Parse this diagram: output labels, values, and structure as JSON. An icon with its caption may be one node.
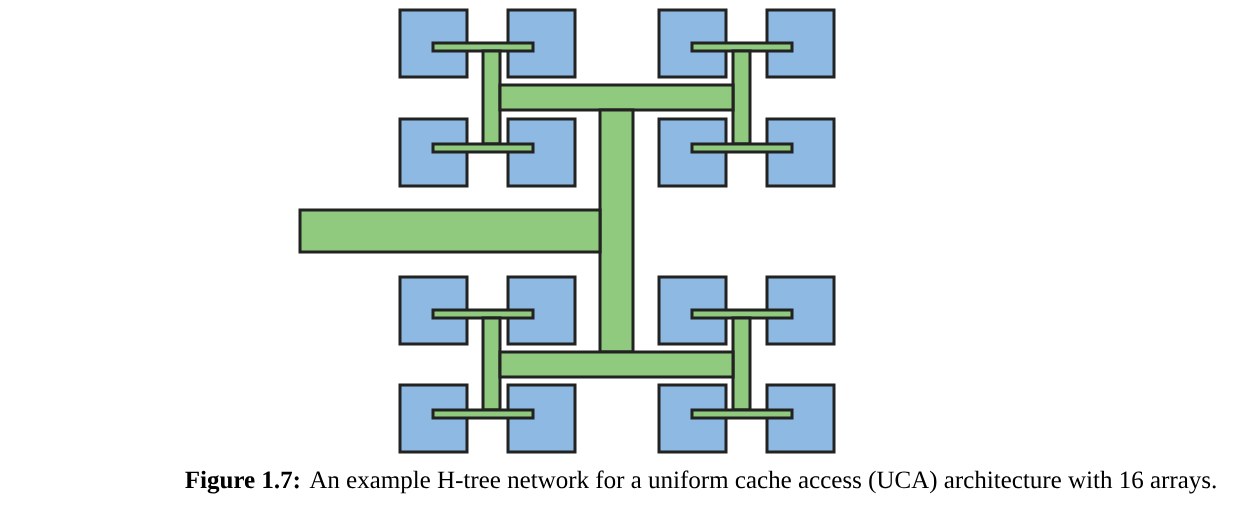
{
  "diagram": {
    "caption": "**Figure 1.7:** An example H-tree network for a uniform cache access (UCA) architecture with 16 arrays.",
    "nodes": [
      {
        "text": [],
        "shape": "box"
      },
      {
        "text": [],
        "shape": "box"
      },
      {
        "text": [],
        "shape": "box"
      },
      {
        "text": [],
        "shape": "box"
      },
      {
        "text": [],
        "shape": "box"
      },
      {
        "text": [],
        "shape": "box"
      },
      {
        "text": [],
        "shape": "box"
      },
      {
        "text": [],
        "shape": "box"
      },
      {
        "text": [],
        "shape": "box"
      },
      {
        "text": [],
        "shape": "box"
      },
      {
        "text": [],
        "shape": "box"
      },
      {
        "text": [],
        "shape": "box"
      },
      {
        "text": [],
        "shape": "box"
      },
      {
        "text": [],
        "shape": "box"
      },
      {
        "text": [],
        "shape": "box"
      },
      {
        "text": [],
        "shape": "box"
      },
      {
        "text": [],
        "shape": "bar"
      },
      {
        "text": [],
        "shape": "bar"
      },
      {
        "text": [],
        "shape": "bar"
      },
      {
        "text": [],
        "shape": "bar"
      },
      {
        "text": [],
        "shape": "bar"
      },
      {
        "text": [],
        "shape": "bar"
      },
      {
        "text": [],
        "shape": "bar"
      },
      {
        "text": [],
        "shape": "bar"
      },
      {
        "text": [],
        "shape": "bar"
      },
      {
        "text": [],
        "shape": "bar"
      },
      {
        "text": [],
        "shape": "bar"
      },
      {
        "text": [],
        "shape": "bar"
      },
      {
        "text": [],
        "shape": "bar"
      },
      {
        "text": [],
        "shape": "bar"
      },
      {
        "text": [],
        "shape": "bar"
      },
      {
        "text": [],
        "shape": "bar"
      }
    ]
  }
}
